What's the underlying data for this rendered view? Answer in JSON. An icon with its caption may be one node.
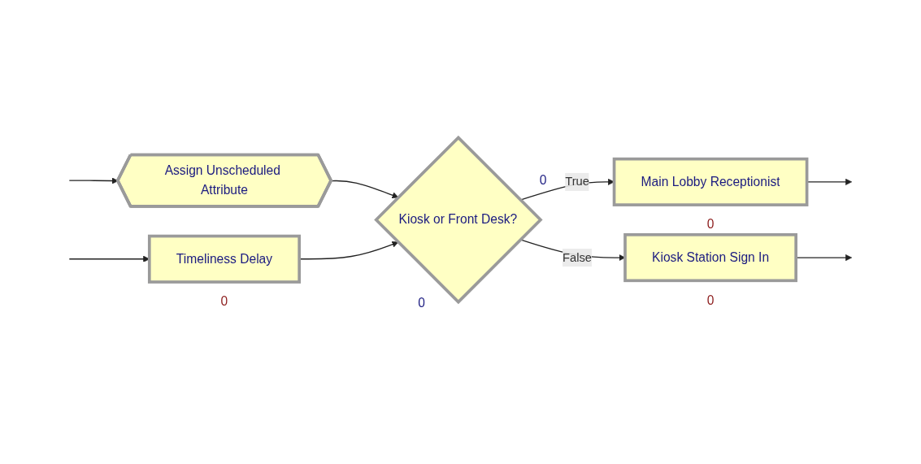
{
  "diagram": {
    "nodes": [
      {
        "text": [
          "Assign Unscheduled Attribute"
        ]
      },
      {
        "text": [
          "Timeliness Delay"
        ],
        "beside": [
          "0"
        ]
      },
      {
        "text": [
          "Kiosk or Front Desk?"
        ],
        "beside": [
          "0",
          "0"
        ]
      },
      {
        "text": [
          "Main Lobby Receptionist"
        ],
        "beside": [
          "0"
        ]
      },
      {
        "text": [
          "Kiosk Station Sign In"
        ],
        "beside": [
          "0"
        ]
      }
    ],
    "edges": [
      {
        "from": null,
        "to": 0,
        "arrow": "to"
      },
      {
        "from": null,
        "to": 1,
        "arrow": "to"
      },
      {
        "from": 0,
        "to": 2,
        "arrow": "to"
      },
      {
        "from": 1,
        "to": 2,
        "arrow": "to"
      },
      {
        "from": 2,
        "to": 3,
        "label": "True",
        "arrow": "to"
      },
      {
        "from": 2,
        "to": 4,
        "label": "False",
        "arrow": "to"
      },
      {
        "from": 3,
        "to": null,
        "arrow": "to"
      },
      {
        "from": 4,
        "to": null,
        "arrow": "to"
      }
    ]
  }
}
